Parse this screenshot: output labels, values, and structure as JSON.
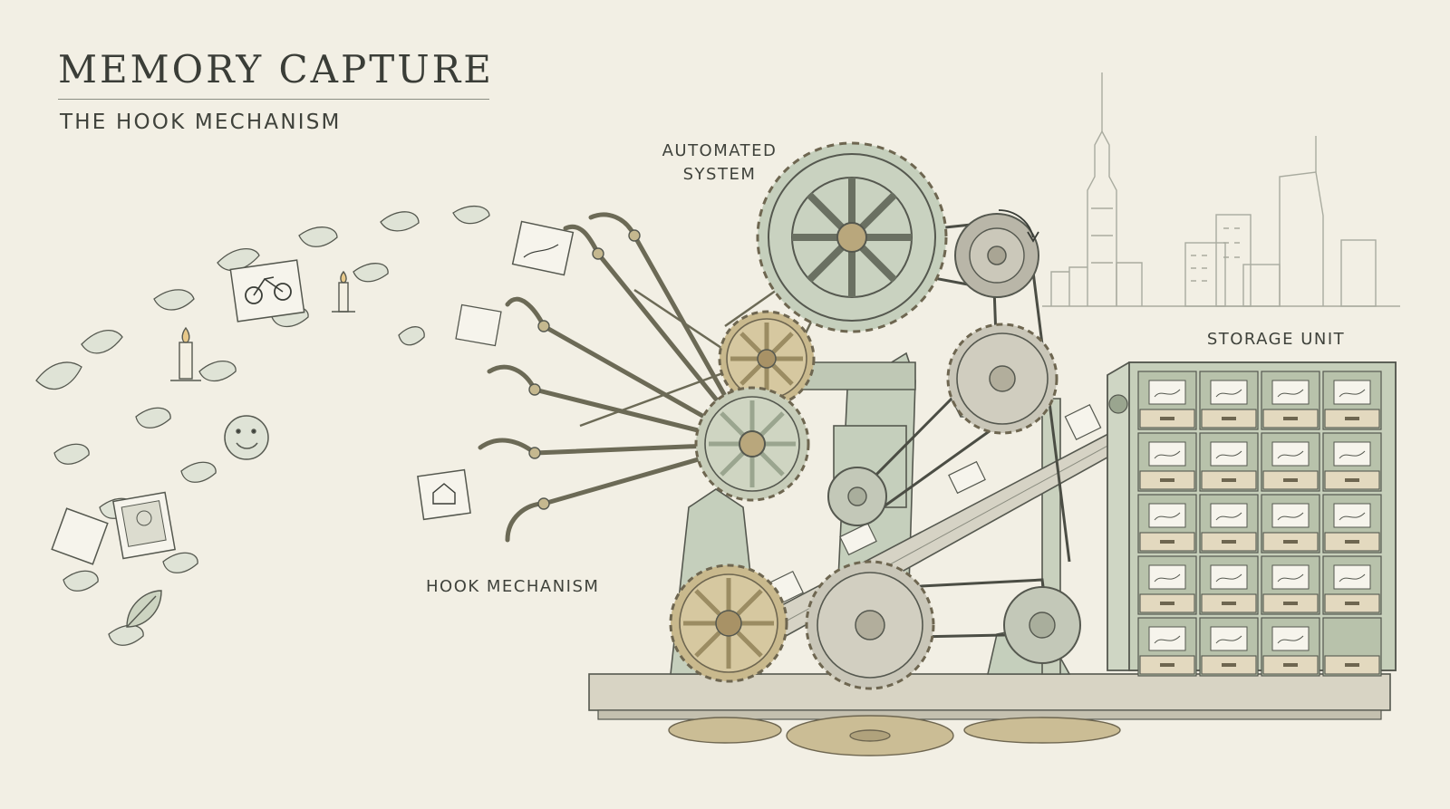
{
  "header": {
    "title": "MEMORY CAPTURE",
    "subtitle": "THE HOOK MECHANISM"
  },
  "labels": {
    "automated_system": "AUTOMATED\nSYSTEM",
    "hook_mechanism": "HOOK MECHANISM",
    "storage_unit": "STORAGE UNIT"
  },
  "colors": {
    "paper": "#f2efe4",
    "ink": "#3a3d37",
    "brass": "#b9a77c",
    "sage": "#c8d0bd",
    "sage_dark": "#9aa58f",
    "wood": "#e3d9bf"
  }
}
